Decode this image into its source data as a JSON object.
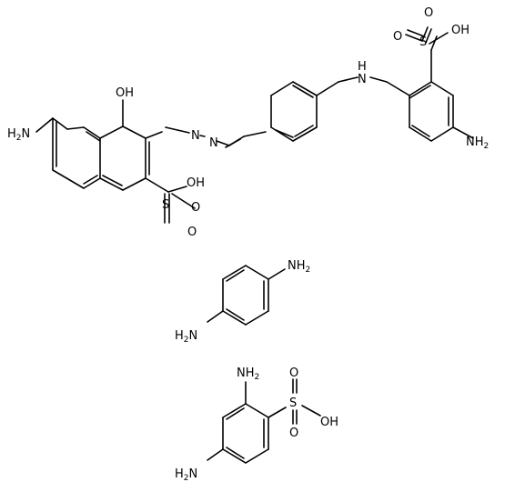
{
  "diagram": {
    "type": "chemical-structure",
    "molecules": [
      {
        "atoms": {
          "nh2_naph": "H2N",
          "oh_naph": "OH",
          "so3h_naph": {
            "s": "S",
            "o_up": "O",
            "o_down": "O",
            "oh": "OH"
          },
          "azo_n1": "N",
          "azo_n2": "N",
          "nh_bridge": "N",
          "nh_bridge_h": "H",
          "so3h_right": {
            "s": "S",
            "o_left": "O",
            "o_top": "O",
            "oh": "OH"
          },
          "nh2_right": "NH2"
        }
      },
      {
        "atoms": {
          "nh2_top": "NH2",
          "nh2_bottom": "H2N"
        }
      },
      {
        "atoms": {
          "nh2_top": "NH2",
          "nh2_bottom": "H2N",
          "so3h": {
            "s": "S",
            "o_up": "O",
            "o_down": "O",
            "oh": "OH"
          }
        }
      }
    ]
  }
}
